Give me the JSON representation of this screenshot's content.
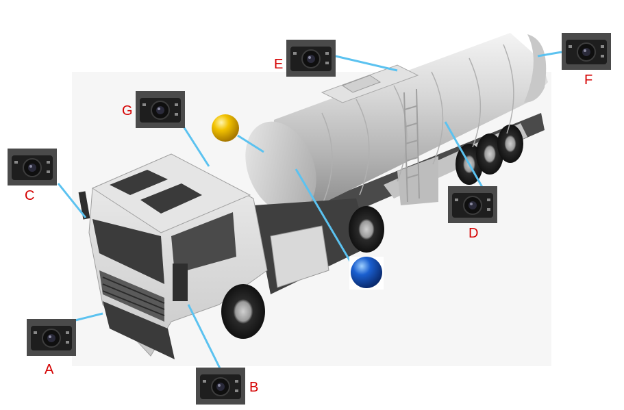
{
  "diagram": {
    "subject": "tanker-truck",
    "camera_icon": "camera-icon",
    "colors": {
      "label": "#d40000",
      "leader_line": "#5bc2f0",
      "marker_yellow": "#f2c200",
      "marker_blue": "#1a5fcf"
    },
    "cameras": [
      {
        "id": "A",
        "label": "A"
      },
      {
        "id": "B",
        "label": "B"
      },
      {
        "id": "C",
        "label": "C"
      },
      {
        "id": "D",
        "label": "D"
      },
      {
        "id": "E",
        "label": "E"
      },
      {
        "id": "F",
        "label": "F"
      },
      {
        "id": "G",
        "label": "G"
      }
    ]
  }
}
